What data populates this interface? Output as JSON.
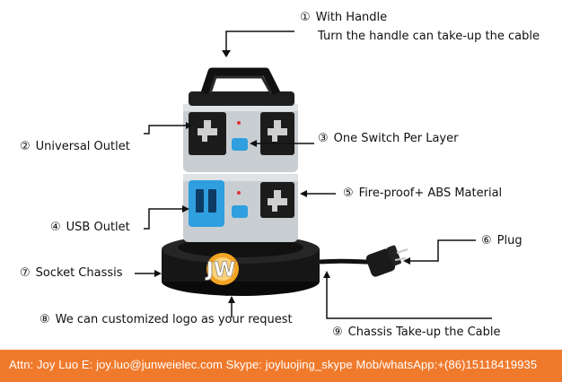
{
  "callouts": {
    "c1": {
      "num": "①",
      "line1": "With Handle",
      "line2": "Turn the handle can take-up the cable"
    },
    "c2": {
      "num": "②",
      "text": "Universal Outlet"
    },
    "c3": {
      "num": "③",
      "text": "One Switch Per Layer"
    },
    "c4": {
      "num": "④",
      "text": "USB Outlet"
    },
    "c5": {
      "num": "⑤",
      "text": "Fire-proof+ ABS Material"
    },
    "c6": {
      "num": "⑥",
      "text": "Plug"
    },
    "c7": {
      "num": "⑦",
      "text": "Socket Chassis"
    },
    "c8": {
      "num": "⑧",
      "text": "We can customized logo as your request"
    },
    "c9": {
      "num": "⑨",
      "text": "Chassis Take-up the Cable"
    }
  },
  "logo_text": "JW",
  "footer": {
    "text": "Attn: Joy Luo    E: joy.luo@junweielec.com   Skype: joyluojing_skype   Mob/whatsApp:+(86)15118419935"
  },
  "colors": {
    "footer_bg": "#f07a2c",
    "body_gray": "#c9ced3",
    "accent_blue": "#2f9fe0",
    "base_black": "#141414",
    "logo_orange": "#f2a424"
  }
}
